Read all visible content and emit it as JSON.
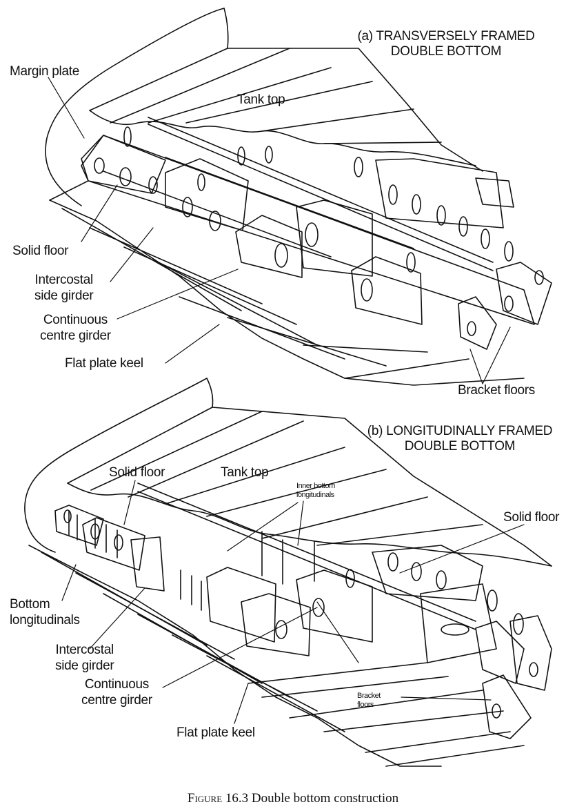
{
  "top_view": {
    "title_line1": "(a) TRANSVERSELY FRAMED",
    "title_line2": "DOUBLE BOTTOM",
    "labels": {
      "margin_plate": "Margin plate",
      "tank_top": "Tank top",
      "solid_floor": "Solid floor",
      "intercostal_1": "Intercostal",
      "intercostal_2": "side girder",
      "continuous_1": "Continuous",
      "continuous_2": "centre girder",
      "flat_plate_keel": "Flat plate keel",
      "bracket_floors": "Bracket floors"
    }
  },
  "bottom_view": {
    "title_line1": "(b) LONGITUDINALLY FRAMED",
    "title_line2": "DOUBLE BOTTOM",
    "labels": {
      "solid_floor_left": "Solid floor",
      "tank_top": "Tank top",
      "inner_bottom_1": "Inner bottom",
      "inner_bottom_2": "longitudinals",
      "solid_floor_right": "Solid floor",
      "bottom_long_1": "Bottom",
      "bottom_long_2": "longitudinals",
      "intercostal_1": "Intercostal",
      "intercostal_2": "side girder",
      "continuous_1": "Continuous",
      "continuous_2": "centre girder",
      "bracket_1": "Bracket",
      "bracket_2": "floors",
      "flat_plate_keel": "Flat plate keel"
    }
  },
  "caption": {
    "figure_no": "Figure 16.3",
    "text": "Double bottom construction"
  }
}
